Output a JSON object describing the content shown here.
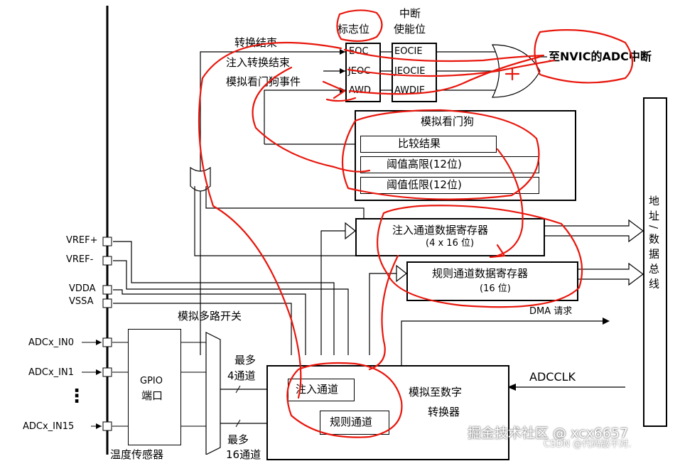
{
  "flags": {
    "header": "标志位",
    "eoc": "EOC",
    "jeoc": "JEOC",
    "awd": "AWD"
  },
  "enables": {
    "header_line1": "中断",
    "header_line2": "使能位",
    "eocie": "EOCIE",
    "jeocie": "JEOCIE",
    "awdie": "AWDIE"
  },
  "events": {
    "conv_end": "转换结束",
    "inj_conv_end": "注入转换结束",
    "watchdog_event": "模拟看门狗事件"
  },
  "nvic_label": "至NVIC的ADC中断",
  "watchdog": {
    "title": "模拟看门狗",
    "compare": "比较结果",
    "high": "阈值高限(12位)",
    "low": "阈值低限(12位)"
  },
  "inj_reg": {
    "line1": "注入通道数据寄存器",
    "line2": "(4 x 16 位)"
  },
  "reg_reg": {
    "line1": "规则通道数据寄存器",
    "line2": "(16 位)"
  },
  "bus_label": "地址/数据总线",
  "dma_label": "DMA 请求",
  "adcclk_label": "ADCCLK",
  "pins": {
    "vref_plus": "VREF+",
    "vref_minus": "VREF-",
    "vdda": "VDDA",
    "vssa": "VSSA",
    "in0": "ADCx_IN0",
    "in1": "ADCx_IN1",
    "dots": "⋮",
    "in15": "ADCx_IN15"
  },
  "mux_label": "模拟多路开关",
  "gpio": {
    "line1": "GPIO",
    "line2": "端口"
  },
  "inj_ch": {
    "line1": "最多",
    "line2": "4通道"
  },
  "reg_ch": {
    "line1": "最多",
    "line2": "16通道"
  },
  "temp_sensor": "温度传感器",
  "converter": {
    "line1": "模拟至数字",
    "line2": "转换器",
    "inj": "注入通道",
    "reg": "规则通道"
  },
  "watermark": {
    "main": "掘金技术社区 @ xcx6657",
    "sub": "CSDN @代码敲不对."
  },
  "annotation_color": "#e8160c"
}
